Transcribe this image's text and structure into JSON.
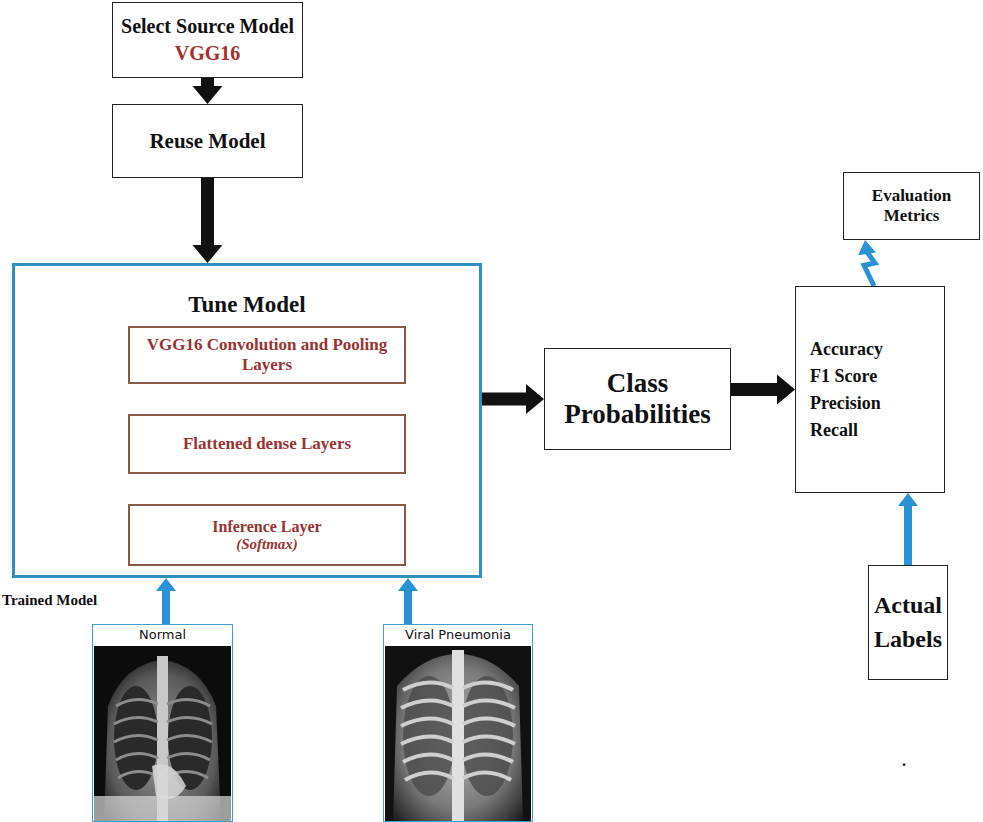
{
  "diagram": {
    "nodes": [
      {
        "text": [
          "Select Source Model",
          "VGG16"
        ]
      },
      {
        "text": [
          "Reuse Model"
        ]
      },
      {
        "text": [
          "Tune Model"
        ]
      },
      {
        "text": [
          "VGG16 Convolution and Pooling Layers"
        ],
        "in": 2
      },
      {
        "text": [
          "Flattened dense Layers"
        ],
        "in": 2
      },
      {
        "text": [
          "Inference Layer",
          "(Softmax)"
        ],
        "in": 2
      },
      {
        "text": [
          "Normal"
        ]
      },
      {
        "text": [
          "Viral Pneumonia"
        ]
      },
      {
        "text": [
          "Class Probabilities"
        ]
      },
      {
        "text": [
          "Evaluation Metrics"
        ]
      },
      {
        "text": [
          "Accuracy F1 Score Precision Recall"
        ]
      },
      {
        "text": [
          "Actual Labels"
        ]
      }
    ],
    "edges": [
      {
        "from": 0,
        "to": 1,
        "arrow": "to"
      },
      {
        "from": 1,
        "to": 2,
        "arrow": "to"
      },
      {
        "from": 3,
        "to": 4,
        "arrow": "to"
      },
      {
        "from": 4,
        "to": 5,
        "arrow": "to"
      },
      {
        "from": 6,
        "to": 2,
        "arrow": "to"
      },
      {
        "from": 7,
        "to": 2,
        "arrow": "to"
      },
      {
        "from": 2,
        "to": 8,
        "arrow": "to"
      },
      {
        "from": 8,
        "to": 10,
        "arrow": "to"
      },
      {
        "from": 10,
        "to": 9,
        "arrow": "to"
      },
      {
        "from": 11,
        "to": 10,
        "arrow": "to"
      }
    ],
    "labels": [
      "Trained Model",
      "."
    ]
  }
}
